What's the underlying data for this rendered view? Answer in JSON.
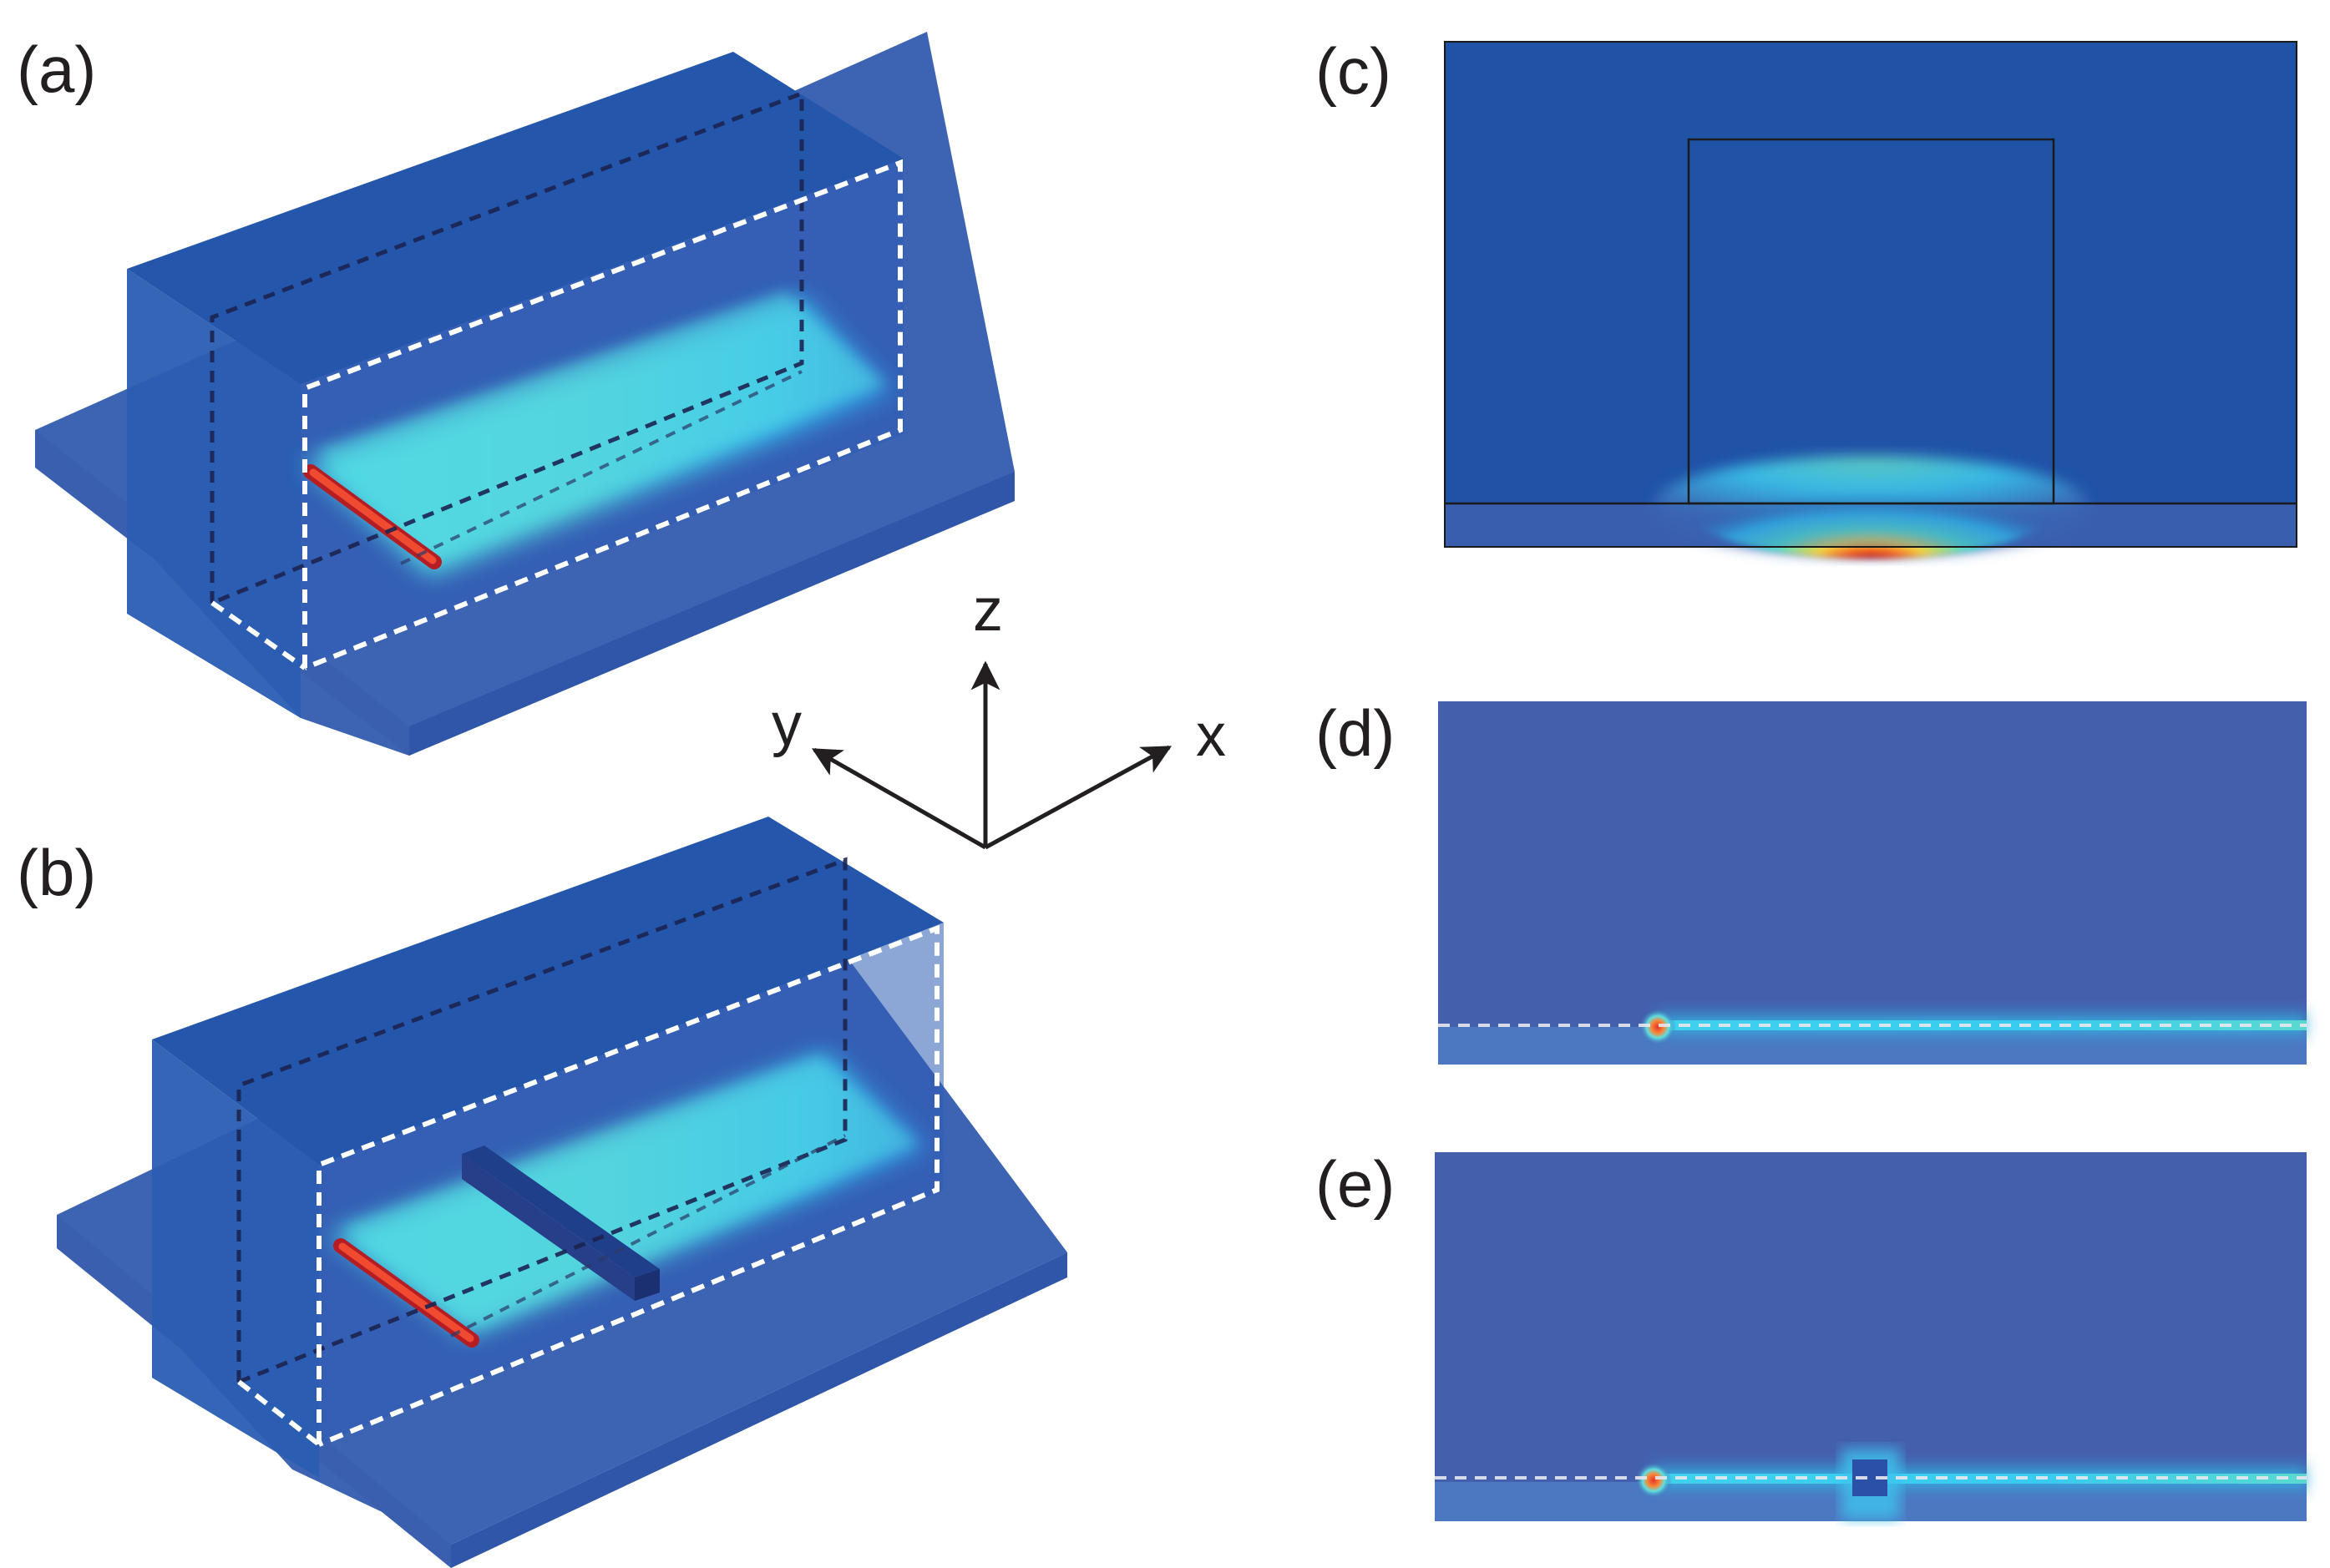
{
  "panels": {
    "a": "(a)",
    "b": "(b)",
    "c": "(c)",
    "d": "(d)",
    "e": "(e)"
  },
  "axes": {
    "x": "x",
    "y": "y",
    "z": "z"
  },
  "colors": {
    "background_field": "#2052a6",
    "substrate": "#3f63b0",
    "field_low": "#2a55b0",
    "field_mid": "#3fd3f0",
    "field_high": "#e23a2a",
    "dashed_front": "#ffffff",
    "dashed_back": "#1c2350",
    "arrow": "#231f20"
  }
}
